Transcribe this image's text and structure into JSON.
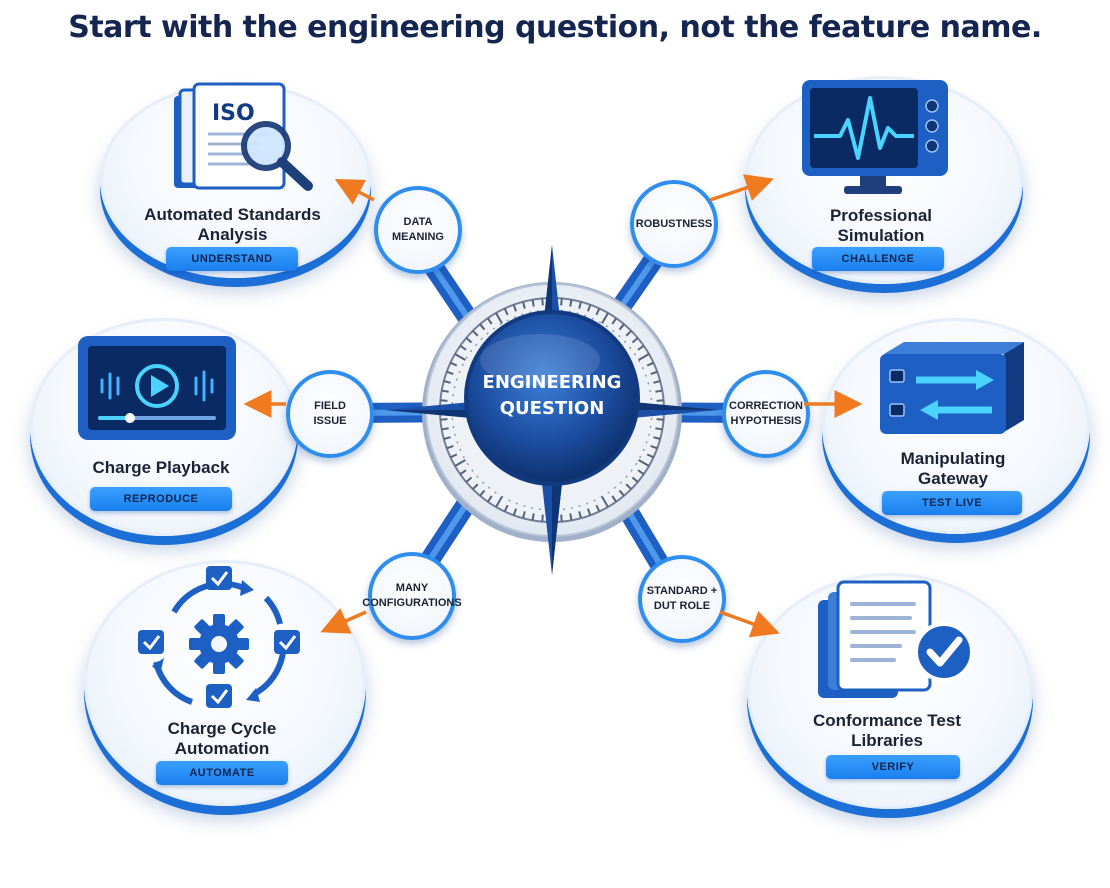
{
  "title": "Start with the engineering question, not the feature name.",
  "hub": {
    "line1": "ENGINEERING",
    "line2": "QUESTION"
  },
  "colors": {
    "accent": "#1a7fee",
    "navy": "#0f3a80",
    "arrow": "#f07a20",
    "title": "#14264f"
  },
  "cards": [
    {
      "title1": "Automated Standards",
      "title2": "Analysis",
      "pill": "UNDERSTAND",
      "icon": "iso-document-magnifier-icon",
      "icon_text": "ISO"
    },
    {
      "title1": "Professional",
      "title2": "Simulation",
      "pill": "CHALLENGE",
      "icon": "waveform-monitor-icon"
    },
    {
      "title1": "Charge Playback",
      "title2": "",
      "pill": "REPRODUCE",
      "icon": "video-player-icon"
    },
    {
      "title1": "Manipulating",
      "title2": "Gateway",
      "pill": "TEST LIVE",
      "icon": "gateway-arrows-icon"
    },
    {
      "title1": "Charge Cycle",
      "title2": "Automation",
      "pill": "AUTOMATE",
      "icon": "gear-cycle-icon"
    },
    {
      "title1": "Conformance Test",
      "title2": "Libraries",
      "pill": "VERIFY",
      "icon": "documents-check-icon"
    }
  ],
  "nodes": [
    {
      "line1": "DATA",
      "line2": "MEANING"
    },
    {
      "line1": "ROBUSTNESS",
      "line2": ""
    },
    {
      "line1": "FIELD",
      "line2": "ISSUE"
    },
    {
      "line1": "CORRECTION",
      "line2": "HYPOTHESIS"
    },
    {
      "line1": "MANY",
      "line2": "CONFIGURATIONS"
    },
    {
      "line1": "STANDARD +",
      "line2": "DUT ROLE"
    }
  ]
}
